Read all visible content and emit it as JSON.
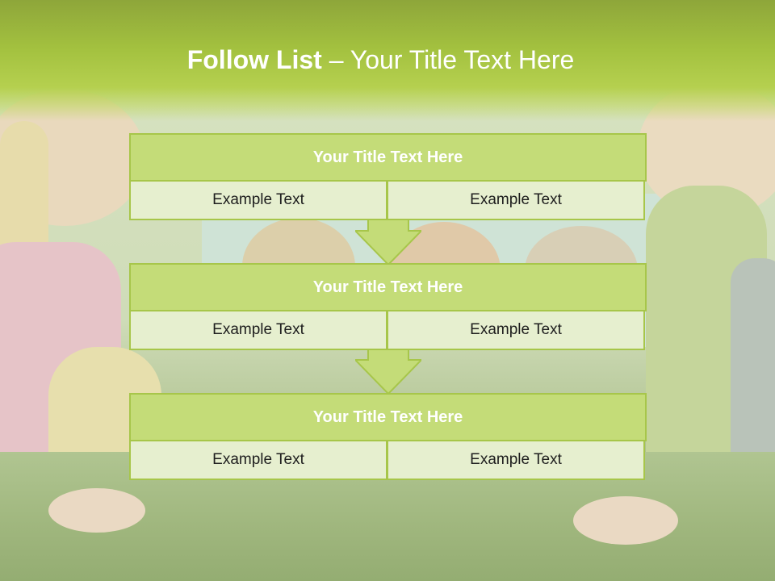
{
  "slide": {
    "title_bold": "Follow List",
    "title_rest": " – Your Title Text Here"
  },
  "steps": [
    {
      "title": "Your Title Text Here",
      "left": "Example Text",
      "right": "Example Text"
    },
    {
      "title": "Your Title Text Here",
      "left": "Example Text",
      "right": "Example Text"
    },
    {
      "title": "Your Title Text Here",
      "left": "Example Text",
      "right": "Example Text"
    }
  ],
  "colors": {
    "header_fill": "#c4dc78",
    "cell_fill": "#e6efcf",
    "border": "#a7c64a",
    "title_band": "#a3c13f"
  }
}
